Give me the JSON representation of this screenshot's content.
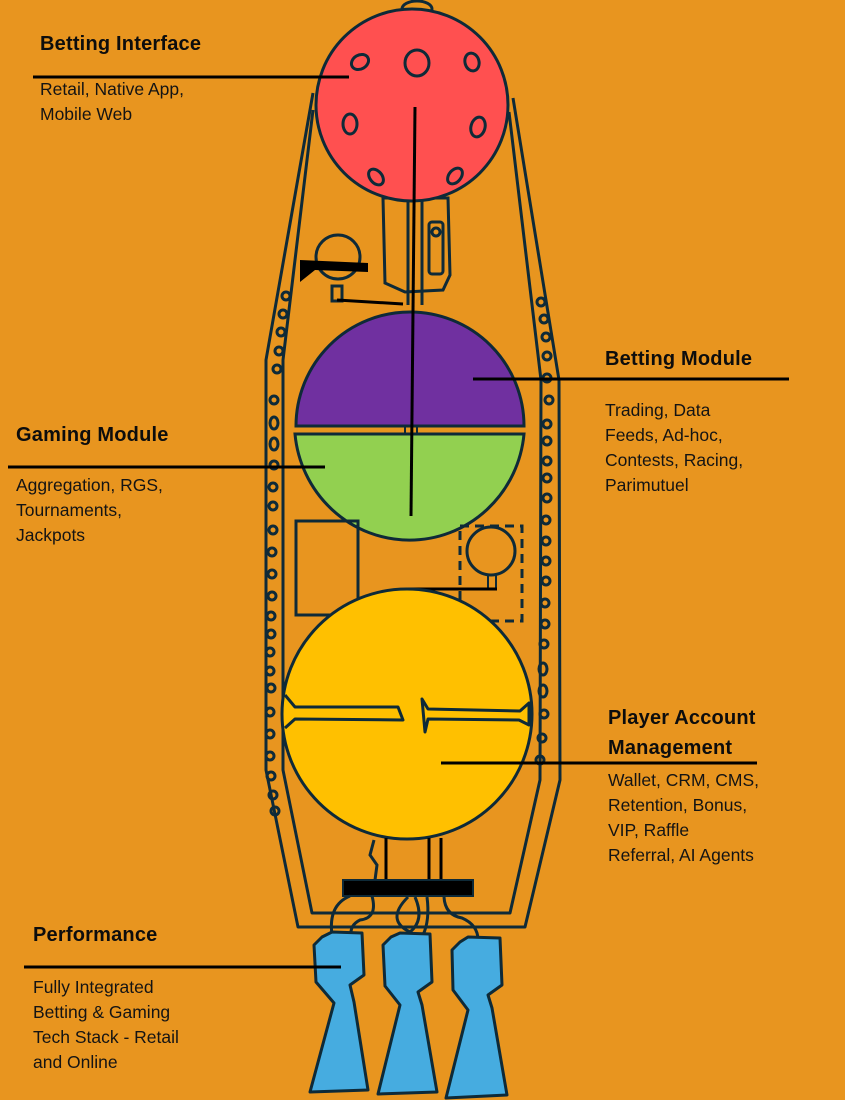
{
  "colors": {
    "background": "#E8951F",
    "outline": "#0E2A38",
    "betting_interface": "#FF5050",
    "betting_module": "#7030A0",
    "gaming_module": "#92D050",
    "player_account": "#FFC000",
    "performance": "#46ACE0",
    "leader_line": "#000000"
  },
  "labels": {
    "betting_interface": {
      "title": "Betting Interface",
      "lines": [
        "Retail, Native App,",
        "Mobile Web"
      ]
    },
    "betting_module": {
      "title": "Betting Module",
      "lines": [
        "Trading, Data",
        "Feeds, Ad-hoc,",
        "Contests, Racing,",
        "Parimutuel"
      ]
    },
    "gaming_module": {
      "title": "Gaming Module",
      "lines": [
        "Aggregation, RGS,",
        "Tournaments,",
        "Jackpots"
      ]
    },
    "player_account": {
      "title_lines": [
        "Player Account",
        "Management"
      ],
      "lines": [
        "Wallet, CRM, CMS,",
        "Retention, Bonus,",
        "VIP, Raffle",
        "Referral, AI Agents"
      ]
    },
    "performance": {
      "title": "Performance",
      "lines": [
        "Fully Integrated",
        "Betting & Gaming",
        "Tech Stack - Retail",
        "and Online"
      ]
    }
  }
}
